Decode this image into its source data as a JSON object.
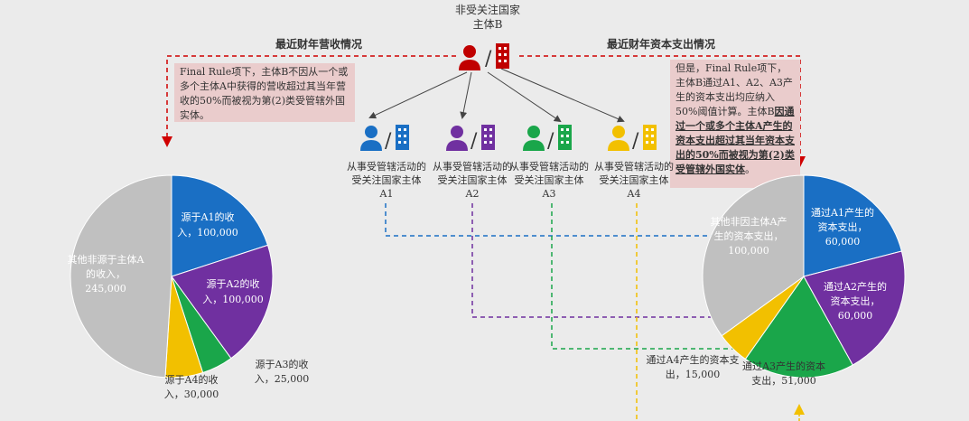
{
  "header": {
    "line1": "非受关注国家",
    "line2": "主体B"
  },
  "sections": {
    "left": "最近财年营收情况",
    "right": "最近财年资本支出情况"
  },
  "left_box": {
    "text": "Final Rule项下，主体B不因从一个或多个主体A中获得的营收超过其当年营收的50%而被视为第(2)类受管辖外国实体。"
  },
  "right_box": {
    "plain": "但是，Final Rule项下，主体B通过A1、A2、A3产生的资本支出均应纳入50%阈值计算。主体B",
    "emph": "因通过一个或多个主体A产生的资本支出超过其当年资本支出的50%而被视为第(2)类受管辖外国实体",
    "end": "。"
  },
  "entities": [
    {
      "label": "从事受管辖活动的受关注国家主体A1",
      "color": "#1a6fc4"
    },
    {
      "label": "从事受管辖活动的受关注国家主体A2",
      "color": "#7030a0"
    },
    {
      "label": "从事受管辖活动的受关注国家主体A3",
      "color": "#1aa64a"
    },
    {
      "label": "从事受管辖活动的受关注国家主体A4",
      "color": "#f2c000"
    }
  ],
  "top_entity_color": "#c00000",
  "chart_data": [
    {
      "type": "pie",
      "title": "",
      "slices": [
        {
          "label": "源于A1的收入，100,000",
          "value": 100000,
          "color": "#1a6fc4"
        },
        {
          "label": "源于A2的收入，100,000",
          "value": 100000,
          "color": "#7030a0"
        },
        {
          "label": "源于A3的收入，25,000",
          "value": 25000,
          "color": "#1aa64a"
        },
        {
          "label": "源于A4的收入，30,000",
          "value": 30000,
          "color": "#f2c000"
        },
        {
          "label": "其他非源于主体A的收入，245,000",
          "value": 245000,
          "color": "#c0c0c0"
        }
      ]
    },
    {
      "type": "pie",
      "title": "",
      "slices": [
        {
          "label": "通过A1产生的资本支出，60,000",
          "value": 60000,
          "color": "#1a6fc4"
        },
        {
          "label": "通过A2产生的资本支出，60,000",
          "value": 60000,
          "color": "#7030a0"
        },
        {
          "label": "通过A3产生的资本支出，51,000",
          "value": 51000,
          "color": "#1aa64a"
        },
        {
          "label": "通过A4产生的资本支出，15,000",
          "value": 15000,
          "color": "#f2c000"
        },
        {
          "label": "其他非因主体A产生的资本支出，100,000",
          "value": 100000,
          "color": "#c0c0c0"
        }
      ]
    }
  ]
}
